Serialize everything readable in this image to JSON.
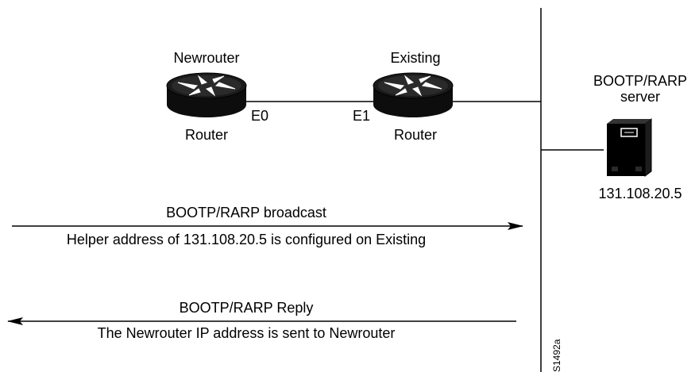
{
  "routers": [
    {
      "name": "Newrouter",
      "label": "Router",
      "port": "E0"
    },
    {
      "name": "Existing",
      "label": "Router",
      "port": "E1"
    }
  ],
  "server": {
    "title_line1": "BOOTP/RARP",
    "title_line2": "server",
    "ip": "131.108.20.5"
  },
  "messages": [
    {
      "title": "BOOTP/RARP broadcast",
      "detail": "Helper address of 131.108.20.5 is configured on Existing",
      "direction": "right"
    },
    {
      "title": "BOOTP/RARP Reply",
      "detail": "The Newrouter IP address is sent to Newrouter",
      "direction": "left"
    }
  ],
  "figure_id": "S1492a",
  "colors": {
    "ink": "#000000",
    "router_body": "#0d0d0d",
    "router_top": "#1a1a1a"
  },
  "icons": [
    "router-icon",
    "server-icon",
    "arrow-right",
    "arrow-left"
  ]
}
